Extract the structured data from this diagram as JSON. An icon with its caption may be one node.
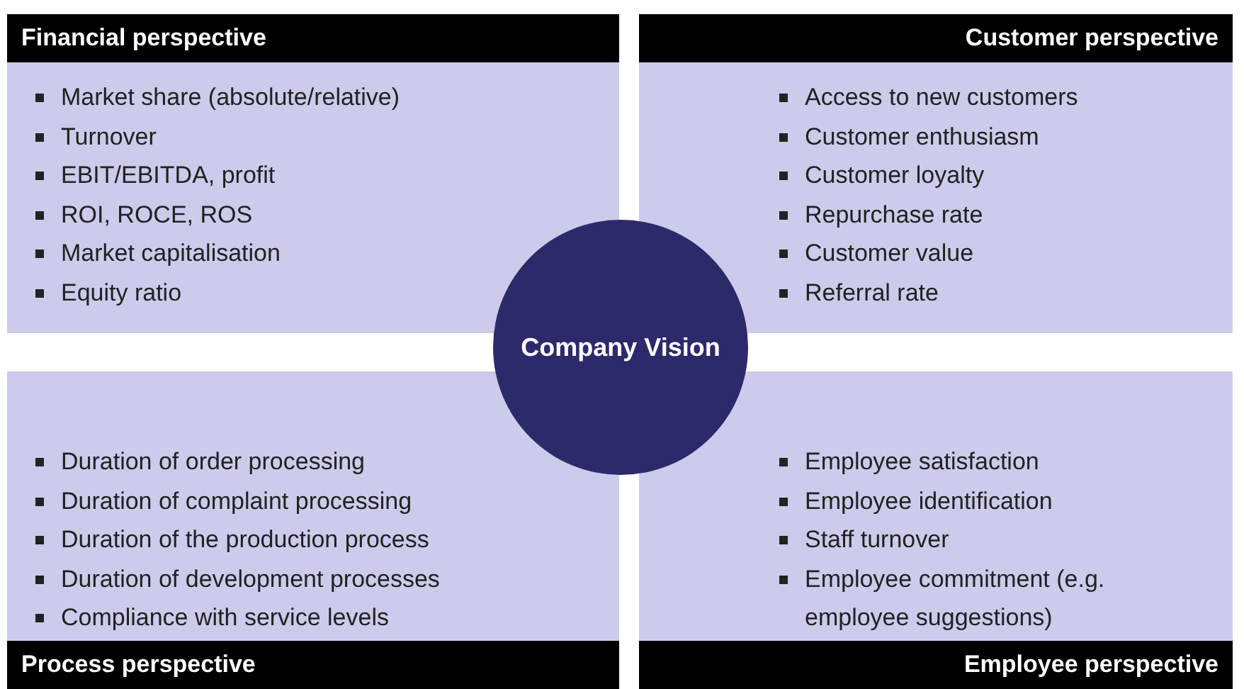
{
  "diagram": {
    "nodes": [
      {
        "text": [
          "Financial perspective",
          "Market share (absolute/relative)",
          "Turnover",
          "EBIT/EBITDA, profit",
          "ROI, ROCE, ROS",
          "Market capitalisation",
          "Equity ratio"
        ]
      },
      {
        "text": [
          "Customer perspective",
          "Access to new customers",
          "Customer enthusiasm",
          "Customer loyalty",
          "Repurchase rate",
          "Customer value",
          "Referral rate"
        ]
      },
      {
        "text": [
          "Duration of order processing",
          "Duration of complaint processing",
          "Duration of the production process",
          "Duration of development processes",
          "Compliance with service levels",
          "Process perspective"
        ]
      },
      {
        "text": [
          "Employee satisfaction",
          "Employee identification",
          "Staff turnover",
          "Employee commitment (e.g. employee suggestions)",
          "Employee perspective"
        ]
      },
      {
        "text": [
          "Company Vision"
        ]
      }
    ]
  }
}
